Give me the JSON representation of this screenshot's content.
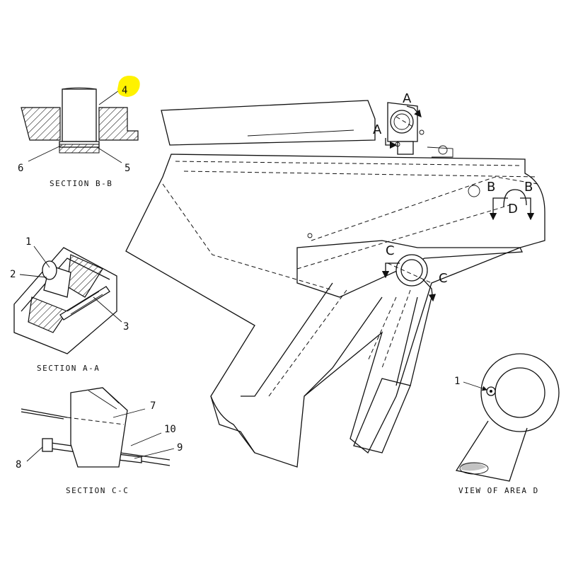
{
  "highlight_color": "#fff200",
  "callouts": {
    "b_b": [
      "4",
      "6",
      "5"
    ],
    "a_a": [
      "1",
      "2",
      "3"
    ],
    "c_c": [
      "7",
      "10",
      "8",
      "9"
    ],
    "area_d": [
      "1"
    ]
  },
  "captions": {
    "section_b_b": "SECTION B-B",
    "section_a_a": "SECTION A-A",
    "section_c_c": "SECTION C-C",
    "view_area_d": "VIEW OF AREA D"
  },
  "section_markers": {
    "a_top": "A",
    "a_bottom": "A",
    "b_left": "B",
    "b_right": "B",
    "d": "D",
    "c_left": "C",
    "c_right": "C"
  }
}
